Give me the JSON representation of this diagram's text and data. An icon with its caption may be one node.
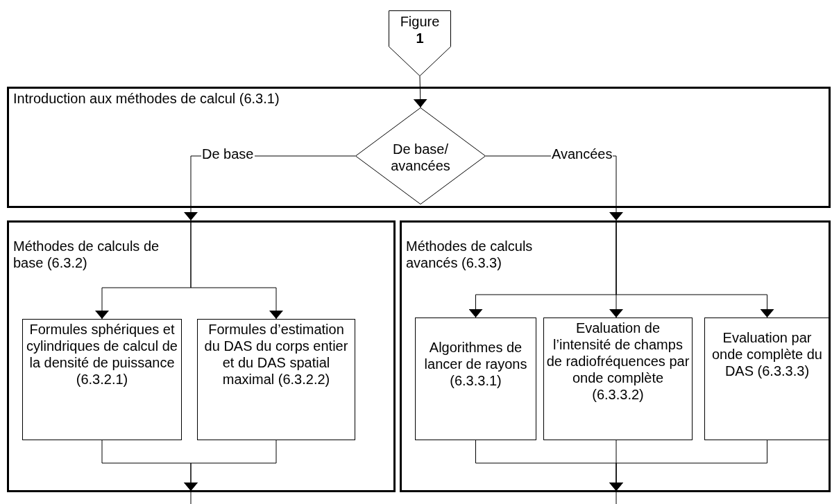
{
  "diagram": {
    "nodes": [
      {
        "text": [
          "Figure",
          "1"
        ]
      },
      {
        "text": [
          "Introduction aux méthodes de calcul (6.3.1)"
        ]
      },
      {
        "text": [
          "De base/ avancées"
        ],
        "in": 1
      },
      {
        "text": [
          "Méthodes de calculs de base (6.3.2)"
        ]
      },
      {
        "text": [
          "Formules sphériques et cylindriques de calcul de la densité de puissance (6.3.2.1)"
        ],
        "in": 3
      },
      {
        "text": [
          "Formules d’estimation du DAS du corps entier et du DAS spatial maximal (6.3.2.2)"
        ],
        "in": 3
      },
      {
        "text": [
          "Méthodes de calculs avancés (6.3.3)"
        ]
      },
      {
        "text": [
          "Algorithmes de lancer de rayons (6.3.3.1)"
        ],
        "in": 6
      },
      {
        "text": [
          "Evaluation de l’intensité de champs de radiofréquences par onde complète (6.3.3.2)"
        ],
        "in": 6
      },
      {
        "text": [
          "Evaluation par onde complète du DAS (6.3.3.3)"
        ],
        "in": 6
      }
    ],
    "edges": [
      {
        "from": 0,
        "to": 2,
        "arrow": "to"
      },
      {
        "from": 2,
        "to": 3,
        "arrow": "to",
        "label": "De base"
      },
      {
        "from": 2,
        "to": 6,
        "arrow": "to",
        "label": "Avancées"
      },
      {
        "from": 3,
        "to": 4,
        "arrow": "to"
      },
      {
        "from": 3,
        "to": 5,
        "arrow": "to"
      },
      {
        "from": 6,
        "to": 7,
        "arrow": "to"
      },
      {
        "from": 6,
        "to": 8,
        "arrow": "to"
      },
      {
        "from": 6,
        "to": 9,
        "arrow": "to"
      },
      {
        "from": 4,
        "to": 3,
        "arrow": "to"
      },
      {
        "from": 5,
        "to": 3,
        "arrow": "to"
      },
      {
        "from": 7,
        "to": 6,
        "arrow": "to"
      },
      {
        "from": 8,
        "to": 6,
        "arrow": "to"
      },
      {
        "from": 9,
        "to": 6,
        "arrow": "to"
      },
      {
        "from": 3,
        "to": null,
        "arrow": "none"
      },
      {
        "from": 6,
        "to": null,
        "arrow": "none"
      }
    ]
  }
}
